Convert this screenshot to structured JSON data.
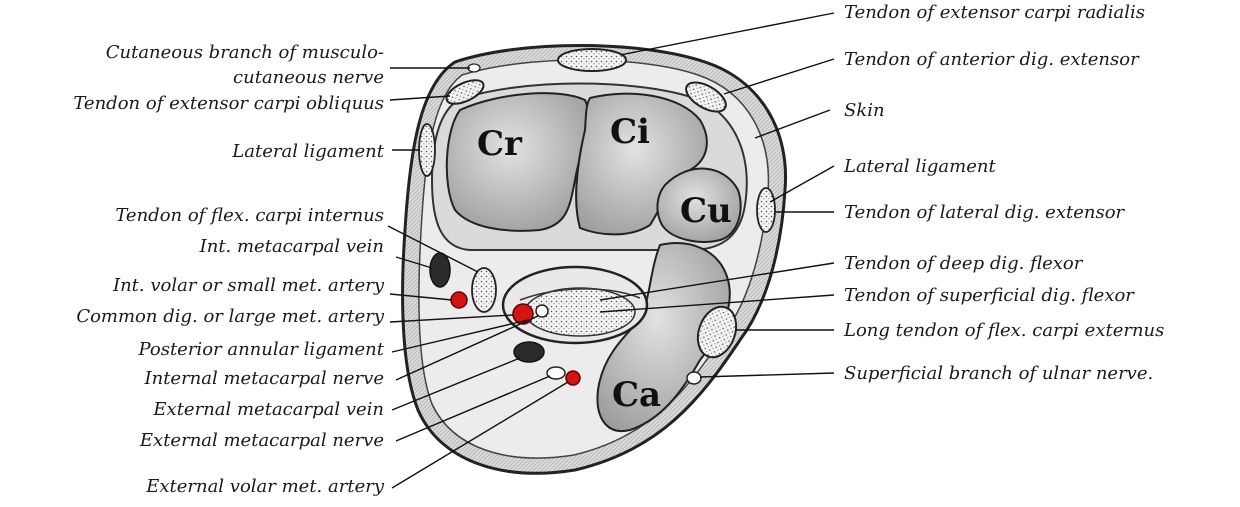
{
  "left_labels": [
    "Cutaneous branch of musculo-",
    "cutaneous nerve",
    "Tendon of extensor carpi obliquus",
    "Lateral ligament",
    "Tendon of flex. carpi internus",
    "Int. metacarpal vein",
    "Int. volar or small met. artery",
    "Common dig. or large met. artery",
    "Posterior annular ligament",
    "Internal metacarpal nerve",
    "External metacarpal vein",
    "External metacarpal nerve",
    "External volar met. artery"
  ],
  "right_labels": [
    "Tendon of extensor carpi radialis",
    "Tendon of anterior dig. extensor",
    "Skin",
    "Lateral ligament",
    "Tendon of lateral dig. extensor",
    "Tendon of deep dig. flexor",
    "Tendon of superficial dig. flexor",
    "Long tendon of flex. carpi externus",
    "Superficial branch of ulnar nerve."
  ],
  "bones": [
    "Cr",
    "Ci",
    "Cu",
    "Ca"
  ],
  "colors": {
    "artery": "#d11414",
    "vein": "#2b2b2b",
    "bone": "#c9c9c9",
    "tissue": "#e6e6e6"
  }
}
